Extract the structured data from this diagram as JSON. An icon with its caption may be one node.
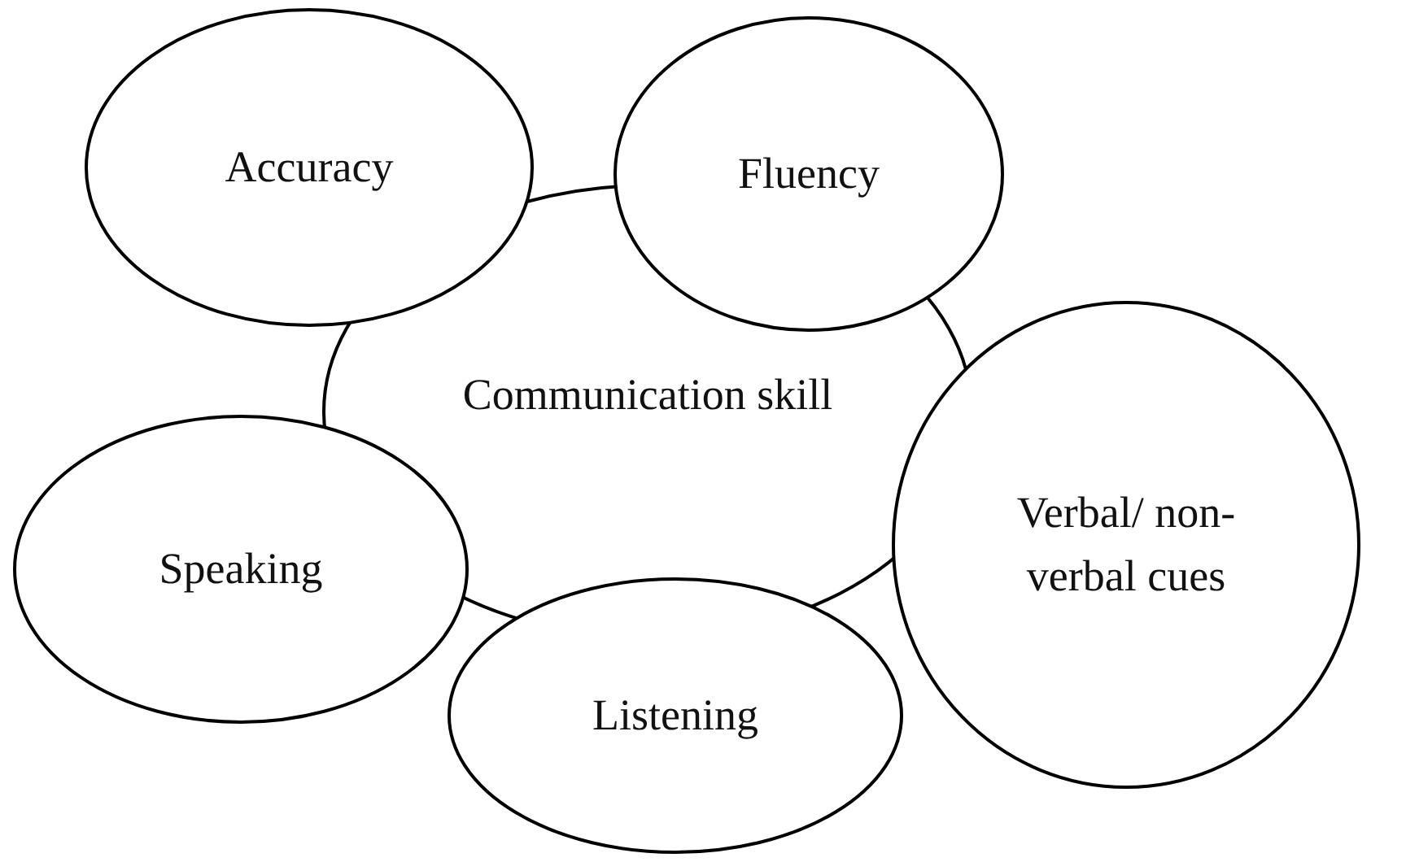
{
  "diagram": {
    "nodes": [
      {
        "text": [
          "Communication skill"
        ]
      },
      {
        "text": [
          "Accuracy"
        ]
      },
      {
        "text": [
          "Fluency"
        ]
      },
      {
        "text": [
          "Speaking"
        ]
      },
      {
        "text": [
          "Verbal/ non-verbal cues"
        ]
      },
      {
        "text": [
          "Listening"
        ]
      }
    ]
  }
}
